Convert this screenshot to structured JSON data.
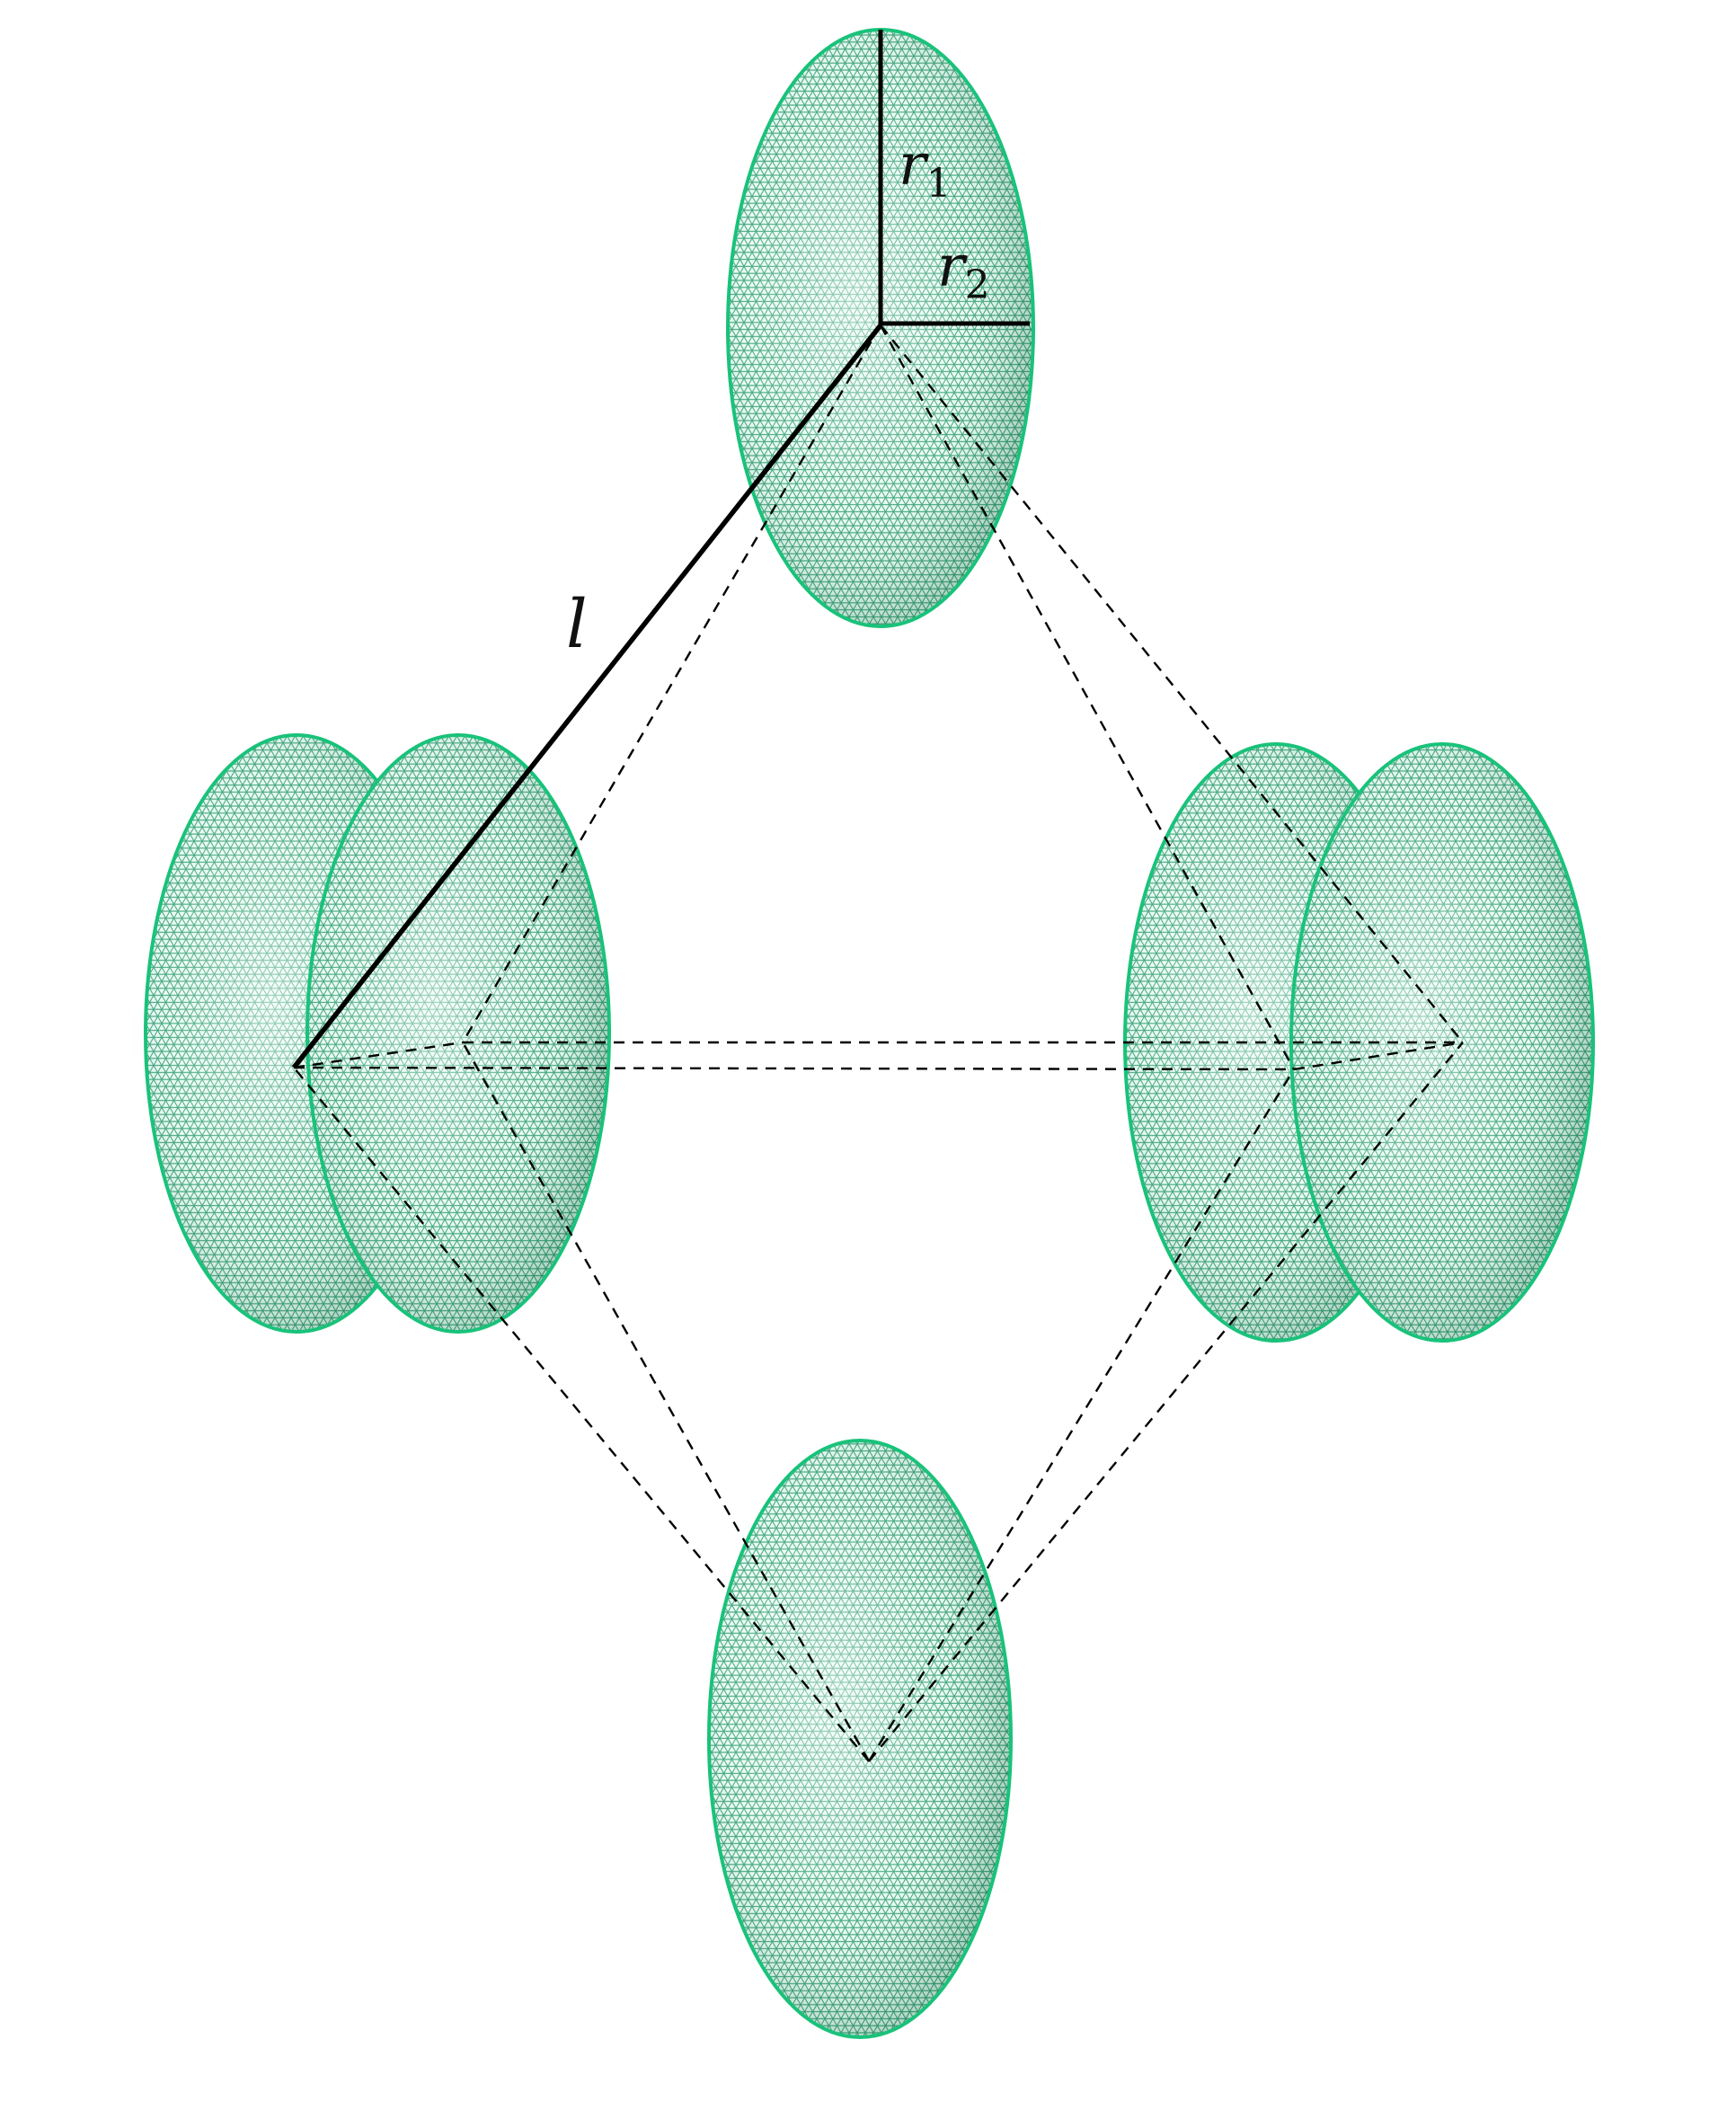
{
  "labels": {
    "r1": {
      "base": "r",
      "sub": "1"
    },
    "r2": {
      "base": "r",
      "sub": "2"
    },
    "l": "l"
  },
  "colors": {
    "ellipsoid_fill": "#e6fbf2",
    "ellipsoid_edge": "#19c27a",
    "mesh": "#2c9a6e",
    "mesh_dark": "#14603f",
    "line": "#000000"
  },
  "ellipsoids": [
    {
      "name": "top"
    },
    {
      "name": "left-back"
    },
    {
      "name": "left-front"
    },
    {
      "name": "right-back"
    },
    {
      "name": "right-front"
    },
    {
      "name": "bottom"
    }
  ]
}
